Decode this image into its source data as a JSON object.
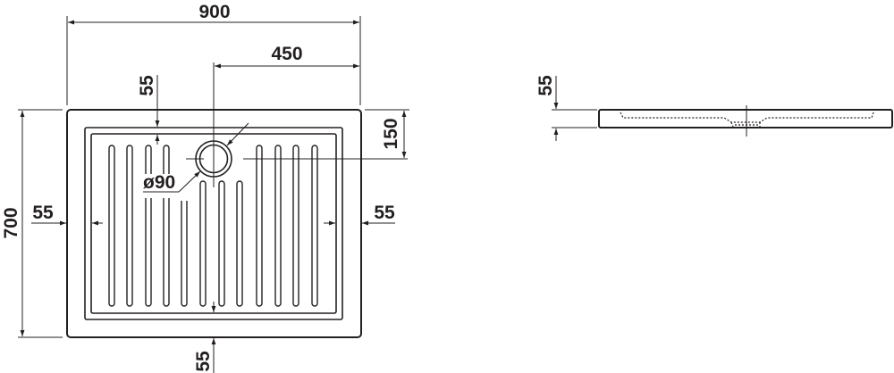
{
  "drawing": {
    "plan_view": {
      "width_label": "900",
      "drain_offset_label": "450",
      "top_margin_label": "55",
      "drain_from_top_label": "150",
      "drain_diameter_label": "ø90",
      "depth_label": "700",
      "left_margin_label": "55",
      "right_margin_label": "55",
      "bottom_margin_label": "55"
    },
    "side_view": {
      "height_label": "55"
    },
    "line_color": "#231f20"
  }
}
